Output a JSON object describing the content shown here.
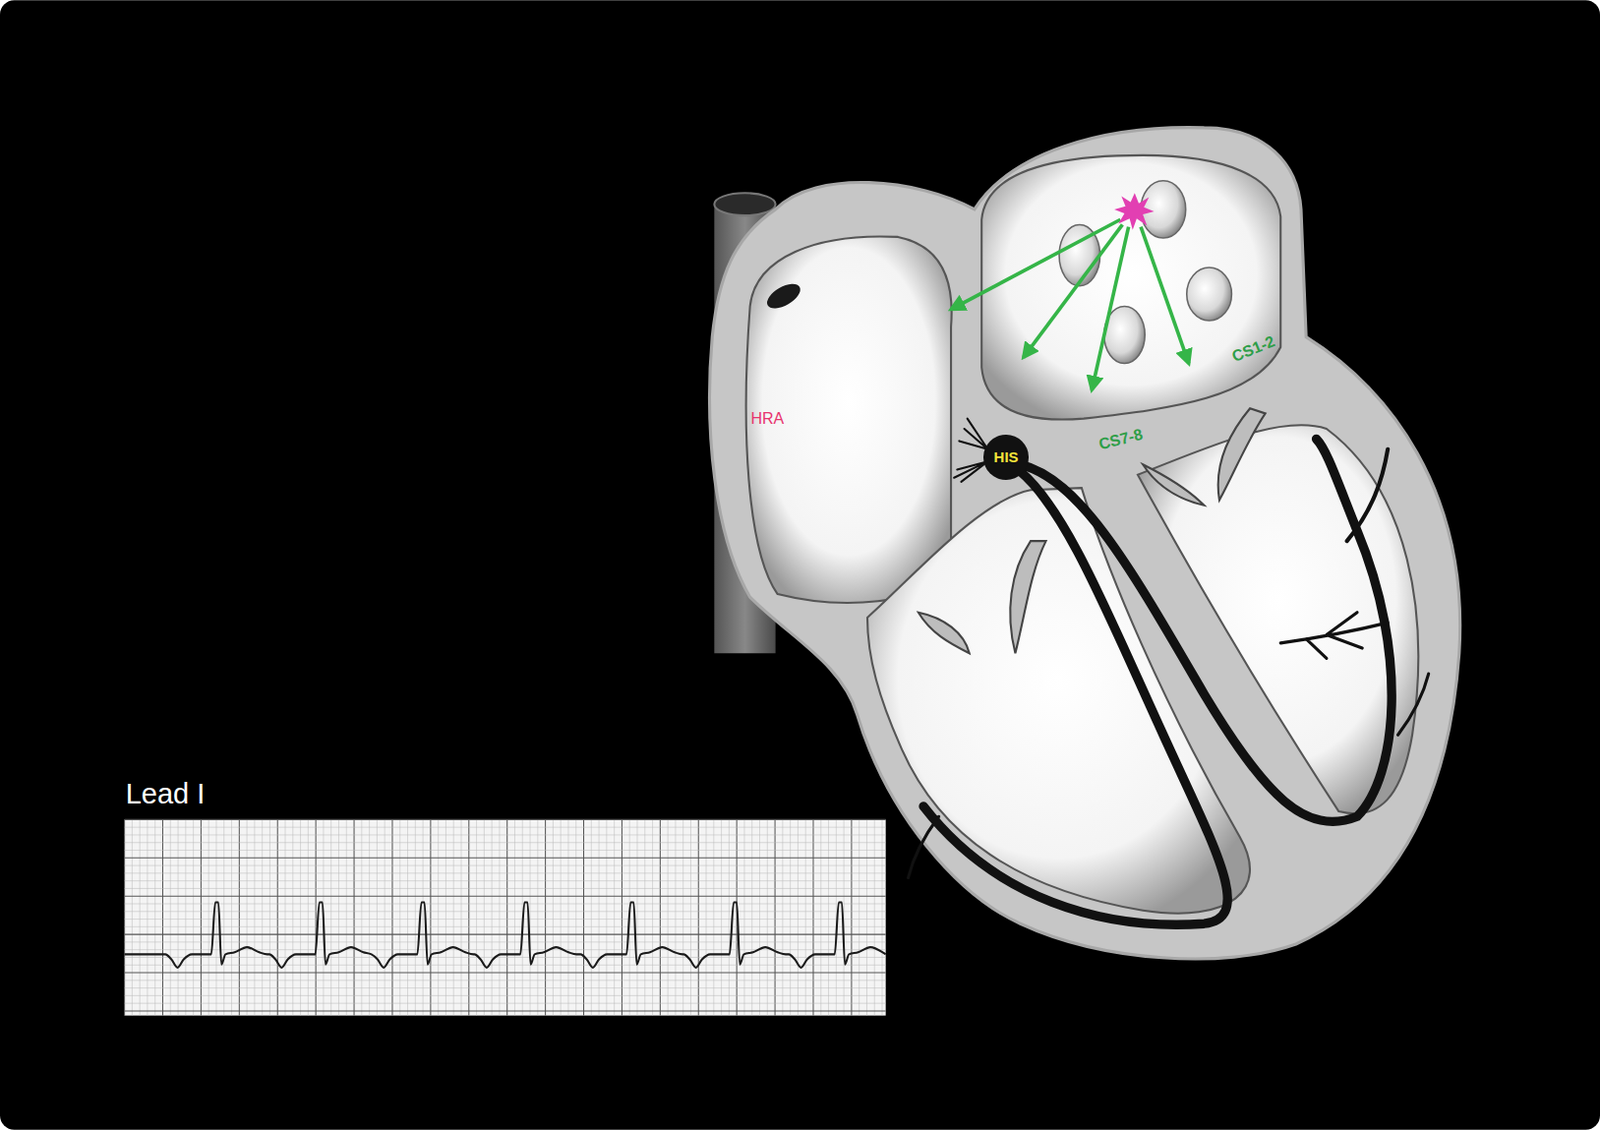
{
  "diagram": {
    "nodes": [
      {
        "text": [
          "HIS"
        ]
      }
    ],
    "labels": [
      "Lead I",
      "HRA",
      "CS7-8",
      "CS1-2"
    ]
  }
}
